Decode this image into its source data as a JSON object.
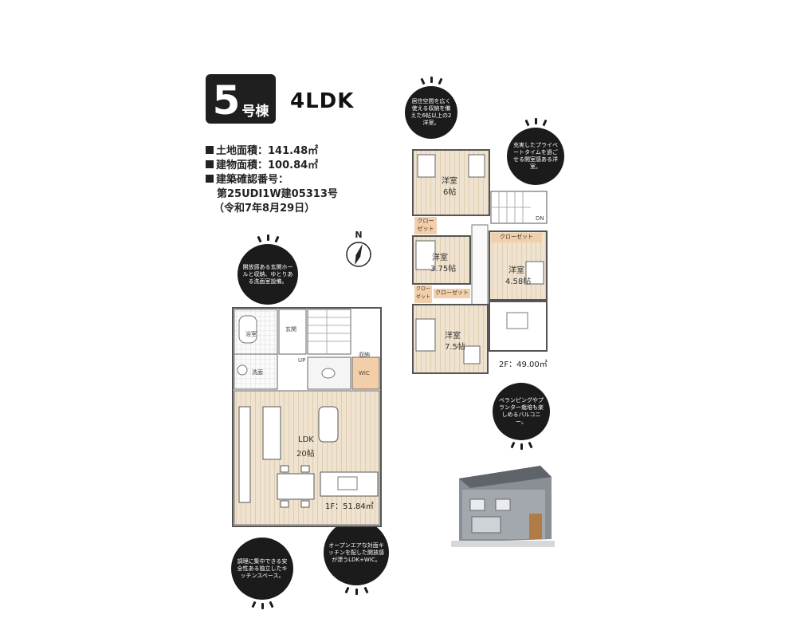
{
  "header": {
    "unit_number": "5",
    "unit_suffix": "号棟",
    "layout_type": "4LDK",
    "specs": [
      "土地面積：141.48㎡",
      "建物面積：100.84㎡",
      "建築確認番号：",
      "第25UDI1W建05313号",
      "（令和7年8月29日）"
    ]
  },
  "callouts": {
    "second_floor_storage": "居住空間を広く使える収納を備えた6帖以上の2洋室。",
    "private_room": "充実したプライベートタイムを過ごせる開室感ある洋室。",
    "entrance": "開放感ある玄関ホールと収納、ゆとりある洗面室設備。",
    "balcony": "ベランピングやプランター栽培も楽しめるバルコニー。",
    "open_kitchen": "オープンエアな対面キッチンを配した開放感が漂うLDK+WIC。",
    "cooking_space": "調理に集中できる安全性ある独立したキッチンスペース。"
  },
  "compass": {
    "label": "N"
  },
  "floor1": {
    "area": "1F：51.84㎡",
    "rooms": {
      "bath": "浴室",
      "wash": "洗面",
      "entrance": "玄関",
      "ldk": "LDK",
      "ldk_size": "20帖",
      "wic": "WIC",
      "storage": "収納",
      "up": "UP"
    }
  },
  "floor2": {
    "area": "2F：49.00㎡",
    "rooms": {
      "western_a": "洋室",
      "western_a_size": "6帖",
      "western_b": "洋室",
      "western_b_size": "3.75帖",
      "western_c": "洋室",
      "western_c_size": "4.58帖",
      "western_d": "洋室",
      "western_d_size": "7.5帖",
      "closet_a": "クローゼット",
      "closet_b": "クローゼット",
      "closet_c": "クロー\nゼット",
      "closet_d": "クロー\nゼット",
      "dn": "DN"
    }
  },
  "colors": {
    "bubble": "#1b1b1b",
    "closet_tag": "#f3cfa9",
    "floor_wood": "#e6d6bb"
  }
}
